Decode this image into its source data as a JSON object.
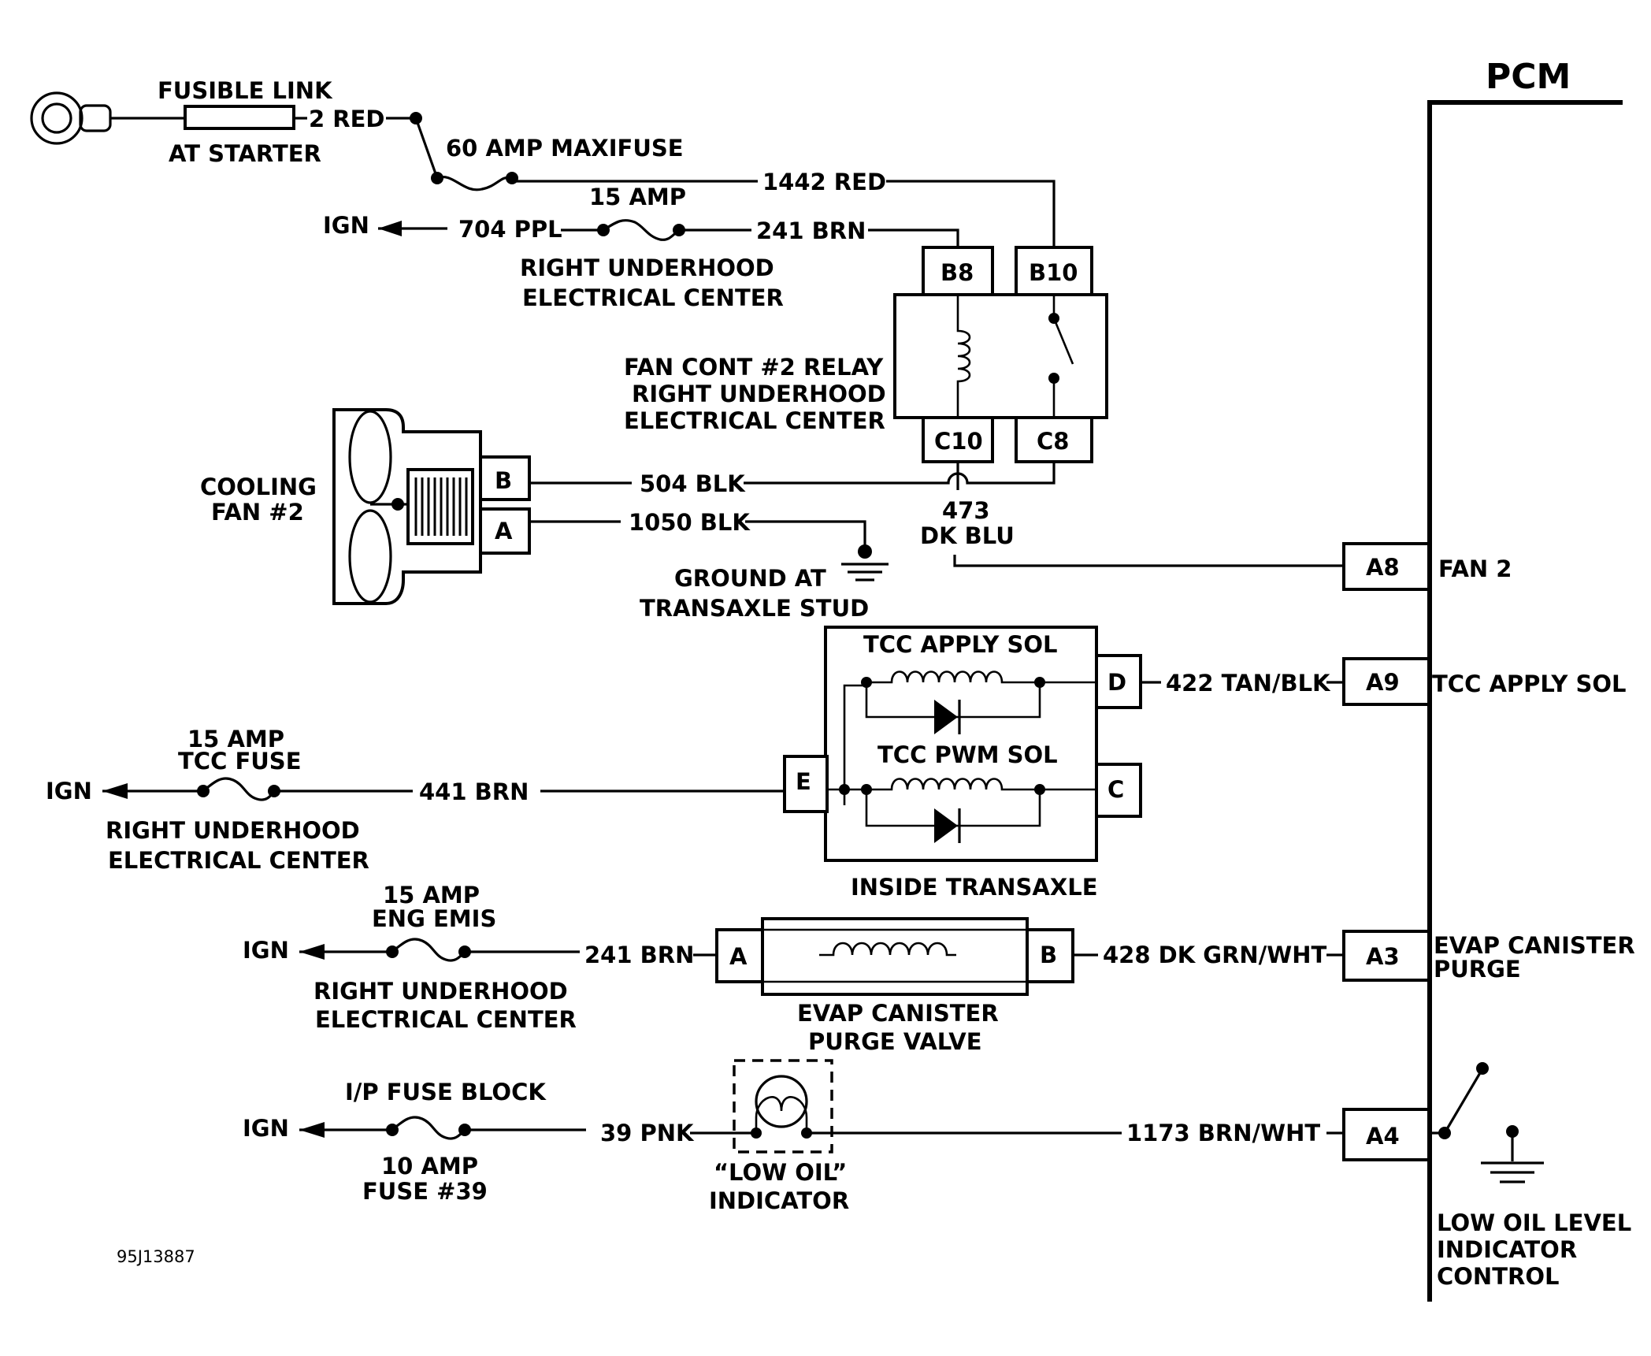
{
  "pcm": {
    "title": "PCM"
  },
  "labels": {
    "fusible_link": "FUSIBLE LINK",
    "at_starter": "AT STARTER",
    "wire_2_red": "2 RED",
    "maxifuse": "60 AMP  MAXIFUSE",
    "wire_1442": "1442 RED",
    "fuse_15amp_top": "15 AMP",
    "ign_1": "IGN",
    "wire_704": "704 PPL",
    "wire_241_top": "241 BRN",
    "ruec_1a": "RIGHT UNDERHOOD",
    "ruec_1b": "ELECTRICAL CENTER",
    "relay_1": "FAN CONT #2 RELAY",
    "relay_2": "RIGHT UNDERHOOD",
    "relay_3": "ELECTRICAL CENTER",
    "pin_b8": "B8",
    "pin_b10": "B10",
    "pin_c10": "C10",
    "pin_c8": "C8",
    "cooling_1": "COOLING",
    "cooling_2": "FAN #2",
    "fan_pin_b": "B",
    "fan_pin_a": "A",
    "wire_504": "504 BLK",
    "wire_1050": "1050 BLK",
    "wire_473_1": "473",
    "wire_473_2": "DK BLU",
    "ground_1": "GROUND AT",
    "ground_2": "TRANSAXLE STUD",
    "pcm_a8": "A8",
    "pcm_a8_label": "FAN 2",
    "tcc_apply": "TCC APPLY SOL",
    "tcc_pwm": "TCC PWM SOL",
    "trans_d": "D",
    "trans_e": "E",
    "trans_c": "C",
    "wire_422": "422 TAN/BLK",
    "pcm_a9": "A9",
    "pcm_a9_label": "TCC APPLY SOL",
    "tcc_fuse_1": "15 AMP",
    "tcc_fuse_2": "TCC FUSE",
    "ign_2": "IGN",
    "wire_441": "441 BRN",
    "ruec_2a": "RIGHT UNDERHOOD",
    "ruec_2b": "ELECTRICAL CENTER",
    "inside_trans": "INSIDE TRANSAXLE",
    "eng_fuse_1": "15 AMP",
    "eng_fuse_2": "ENG EMIS",
    "ign_3": "IGN",
    "wire_241_mid": "241 BRN",
    "ruec_3a": "RIGHT UNDERHOOD",
    "ruec_3b": "ELECTRICAL CENTER",
    "evap_a": "A",
    "evap_b": "B",
    "evap_valve_1": "EVAP CANISTER",
    "evap_valve_2": "PURGE VALVE",
    "wire_428": "428 DK GRN/WHT",
    "pcm_a3": "A3",
    "pcm_a3_label_1": "EVAP CANISTER",
    "pcm_a3_label_2": "PURGE",
    "ip_fuse_block": "I/P FUSE BLOCK",
    "ign_4": "IGN",
    "wire_39": "39 PNK",
    "fuse39_1": "10 AMP",
    "fuse39_2": "FUSE #39",
    "low_oil_1": "“LOW OIL”",
    "low_oil_2": "INDICATOR",
    "wire_1173": "1173 BRN/WHT",
    "pcm_a4": "A4",
    "low_level_1": "LOW OIL LEVEL",
    "low_level_2": "INDICATOR",
    "low_level_3": "CONTROL",
    "figure_id": "95J13887"
  }
}
